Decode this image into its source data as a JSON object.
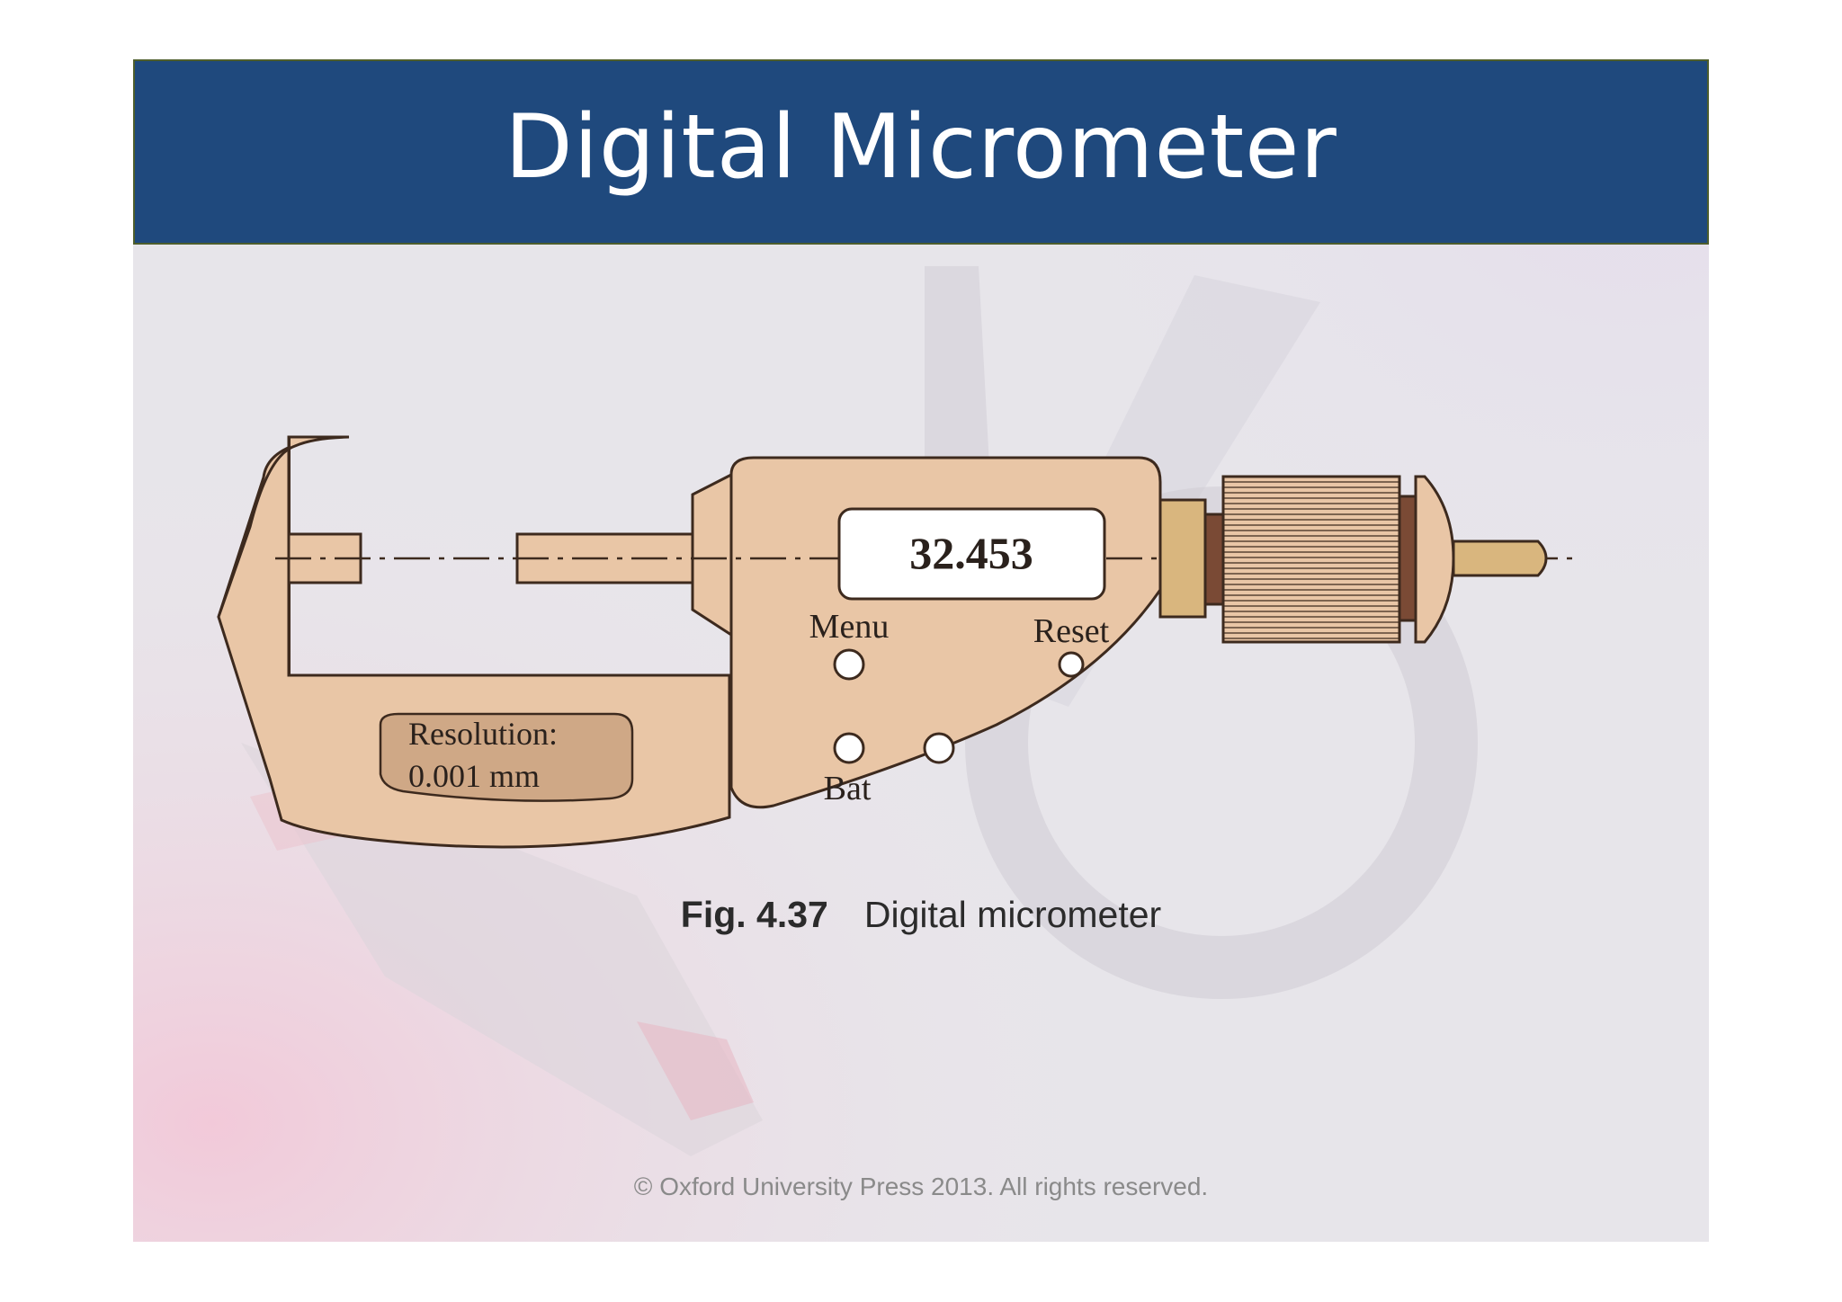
{
  "slide": {
    "title": "Digital Micrometer",
    "copyright": "© Oxford University Press 2013. All rights reserved."
  },
  "diagram": {
    "display_reading": "32.453",
    "menu_label": "Menu",
    "reset_label": "Reset",
    "bat_label": "Bat",
    "resolution_line1": "Resolution:",
    "resolution_line2": "0.001 mm"
  },
  "figure": {
    "number": "Fig. 4.37",
    "caption": "Digital micrometer"
  },
  "colors": {
    "title_bar": "#1f497d",
    "frame_fill": "#e9c6a6",
    "outline": "#3d2a1e",
    "plate_fill": "#cfa886",
    "brass": "#d9b67e",
    "dark_ring": "#7a4a35"
  }
}
